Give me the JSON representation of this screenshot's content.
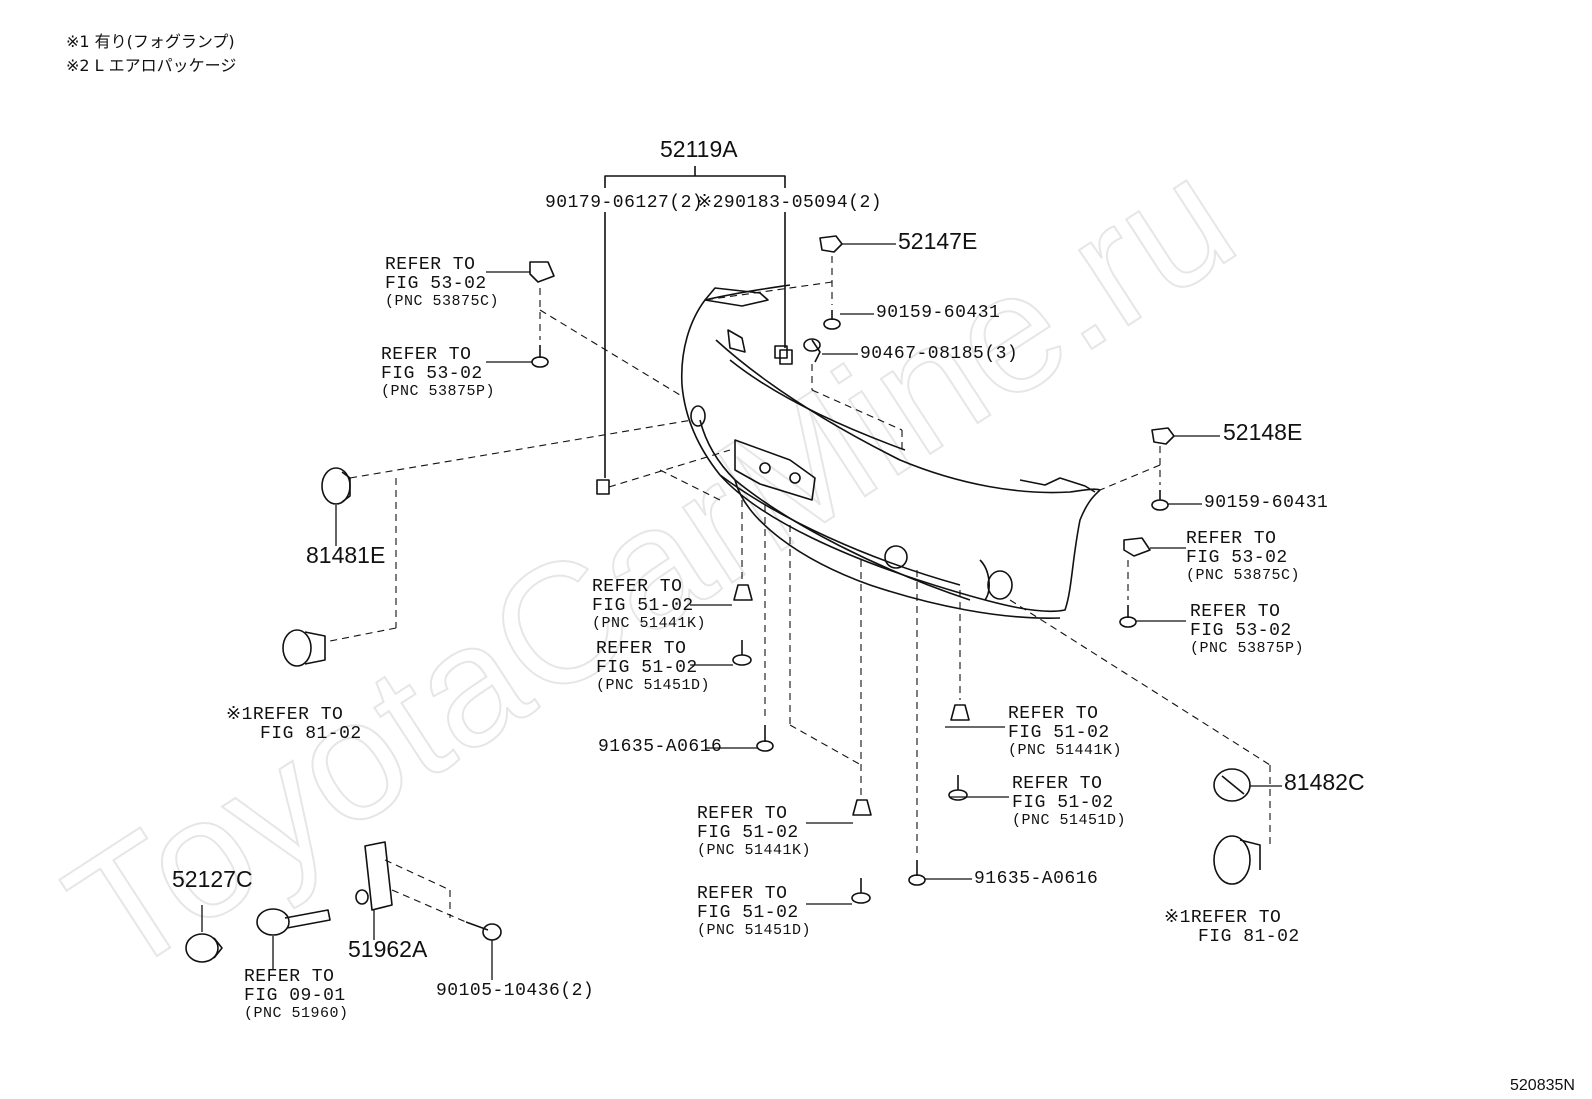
{
  "notes": [
    "※1 有り(フォグランプ)",
    "※2 L エアロパッケージ"
  ],
  "watermark": "ToyotaCarMine.ru",
  "figure_code": "520835N",
  "labels": {
    "p52119A": "52119A",
    "p90179": "90179-06127(2)",
    "p90183": "※290183-05094(2)",
    "p52147E": "52147E",
    "p90159a": "90159-60431",
    "p90467": "90467-08185(3)",
    "p52148E": "52148E",
    "p90159b": "90159-60431",
    "p81481E": "81481E",
    "p81482C": "81482C",
    "p91635a": "91635-A0616",
    "p91635b": "91635-A0616",
    "p52127C": "52127C",
    "p51962A": "51962A",
    "p90105": "90105-10436(2)"
  },
  "refs": {
    "r1": {
      "line1": "REFER TO",
      "line2": "FIG 53-02",
      "pnc": "(PNC 53875C)"
    },
    "r2": {
      "line1": "REFER TO",
      "line2": "FIG 53-02",
      "pnc": "(PNC 53875P)"
    },
    "r3": {
      "line1": "REFER TO",
      "line2": "FIG 53-02",
      "pnc": "(PNC 53875C)"
    },
    "r4": {
      "line1": "REFER TO",
      "line2": "FIG 53-02",
      "pnc": "(PNC 53875P)"
    },
    "r5": {
      "line1": "REFER TO",
      "line2": "FIG 51-02",
      "pnc": "(PNC 51441K)"
    },
    "r6": {
      "line1": "REFER TO",
      "line2": "FIG 51-02",
      "pnc": "(PNC 51451D)"
    },
    "r7": {
      "line1": "REFER TO",
      "line2": "FIG 51-02",
      "pnc": "(PNC 51441K)"
    },
    "r8": {
      "line1": "REFER TO",
      "line2": "FIG 51-02",
      "pnc": "(PNC 51451D)"
    },
    "r9": {
      "line1": "REFER TO",
      "line2": "FIG 51-02",
      "pnc": "(PNC 51441K)"
    },
    "r10": {
      "line1": "REFER TO",
      "line2": "FIG 51-02",
      "pnc": "(PNC 51451D)"
    },
    "r11": {
      "line1": "※1REFER TO",
      "line2": "FIG 81-02"
    },
    "r12": {
      "line1": "※1REFER TO",
      "line2": "FIG 81-02"
    },
    "r13": {
      "line1": "REFER TO",
      "line2": "FIG 09-01",
      "pnc": "(PNC 51960)"
    }
  }
}
